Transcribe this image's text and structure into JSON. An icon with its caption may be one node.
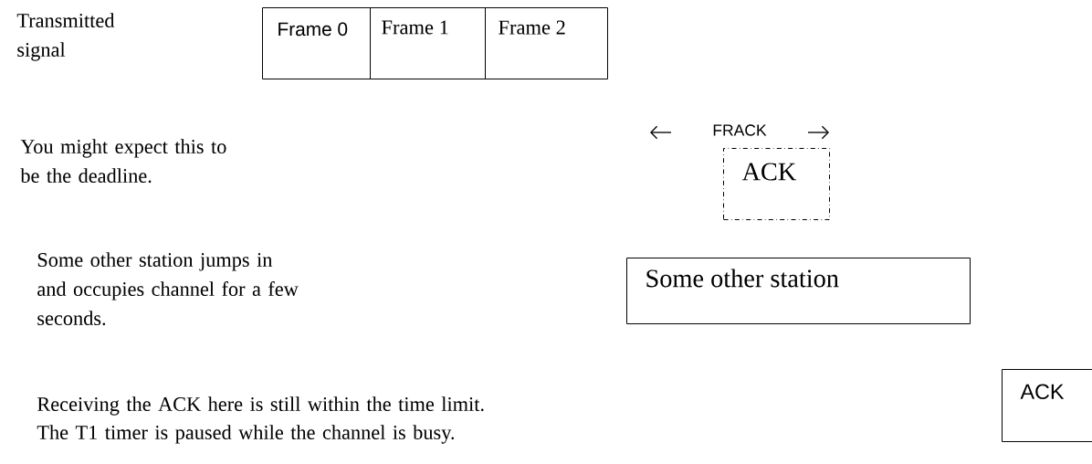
{
  "diagram": {
    "nodes": [
      {
        "text": [
          "Frame 0"
        ]
      },
      {
        "text": [
          "Frame 1"
        ]
      },
      {
        "text": [
          "Frame 2"
        ]
      },
      {
        "text": [
          "ACK"
        ]
      },
      {
        "text": [
          "Some other station"
        ]
      },
      {
        "text": [
          "ACK"
        ]
      }
    ],
    "labels": [
      "Transmitted signal",
      "FRACK",
      "You might expect this to be the deadline.",
      "Some other station jumps in and occupies channel for a few seconds.",
      "Receiving the ACK here is still within the time limit.",
      "The T1 timer is paused while the channel is busy."
    ]
  }
}
